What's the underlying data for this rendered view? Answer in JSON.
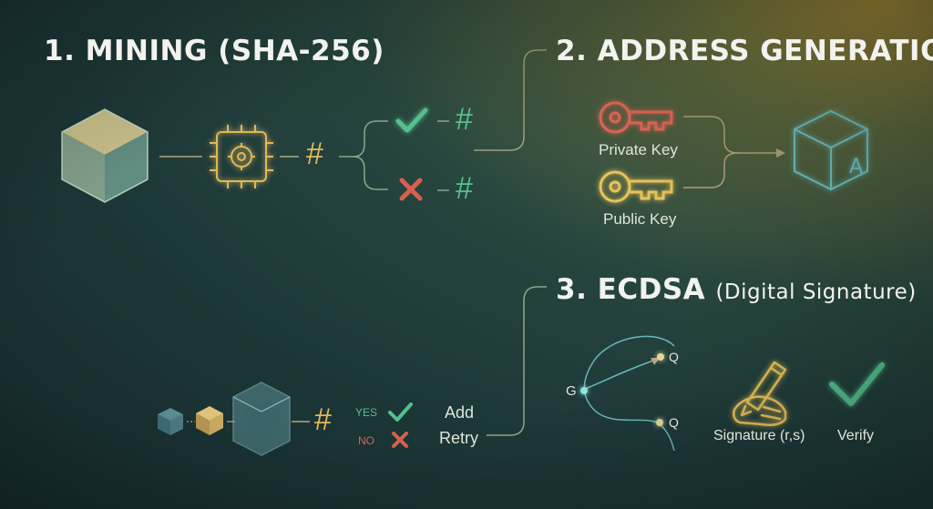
{
  "sections": {
    "mining": {
      "number": "1.",
      "title": "MINING (SHA-256)"
    },
    "address": {
      "number": "2.",
      "title": "ADDRESS GENERATION"
    },
    "ecdsa": {
      "number": "3.",
      "title": "ECDSA",
      "subtitle": "(Digital Signature)"
    }
  },
  "symbols": {
    "hash": "#",
    "key_letter": "A"
  },
  "address": {
    "private_key_label": "Private Key",
    "public_key_label": "Public Key"
  },
  "retry_flow": {
    "yes": "YES",
    "no": "NO",
    "add": "Add",
    "retry": "Retry"
  },
  "ecdsa": {
    "g": "G",
    "q1": "Q",
    "q2": "Q",
    "signature_label": "Signature (r,s)",
    "verify_label": "Verify"
  },
  "colors": {
    "gold": "#e0b85a",
    "green": "#55c08e",
    "red": "#d8604f",
    "teal": "#6fc7c9"
  }
}
